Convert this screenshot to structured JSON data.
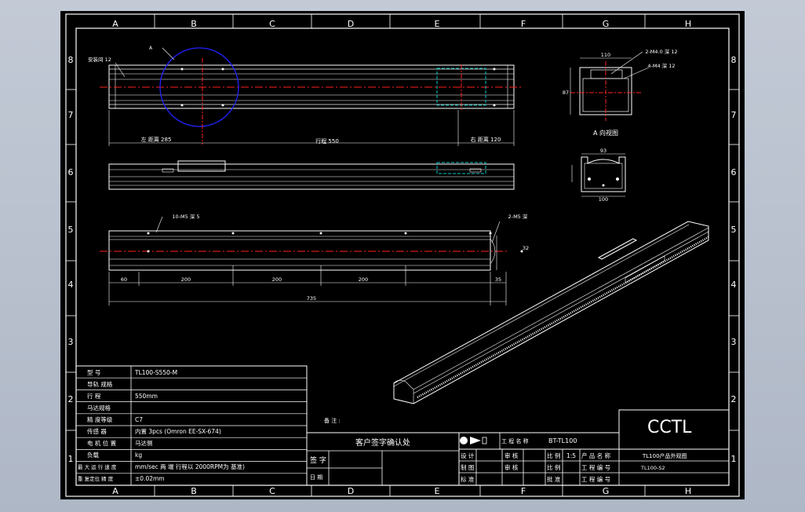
{
  "colors": {
    "desk": "#b9c1cf",
    "sheet": "#000000",
    "line": "#ffffff",
    "center": "#ff2020",
    "detail": "#2222ff",
    "hidden": "#00c8c8"
  },
  "grid": {
    "cols": [
      "A",
      "B",
      "C",
      "D",
      "E",
      "F",
      "G",
      "H"
    ],
    "rows": [
      "8",
      "7",
      "6",
      "5",
      "4",
      "3",
      "2",
      "1"
    ]
  },
  "top_view": {
    "left_label": "安装间 12",
    "detail_mark": "A",
    "dim_left": "左 距离 285",
    "dim_stroke": "行程 550",
    "dim_right": "右 距离 120"
  },
  "section": {
    "width": "110",
    "height": "87",
    "note1": "2-M4.0 深 12",
    "note2": "4-M4 深 12",
    "caption": "A 向视图"
  },
  "end_view": {
    "top": "93",
    "bottom": "100"
  },
  "front_view": {
    "hole_note": "10-M5 深 5",
    "right_note": "2-M5 深",
    "h": "32",
    "dims": [
      "60",
      "200",
      "200",
      "200",
      "35"
    ],
    "overall": "735"
  },
  "spec_table": {
    "rows": [
      {
        "label": "型 号",
        "value": "TL100-S550-M"
      },
      {
        "label": "导轨 规格",
        "value": ""
      },
      {
        "label": "行 程",
        "value": "550mm"
      },
      {
        "label": "马达规格",
        "value": ""
      },
      {
        "label": "精 度等级",
        "value": "C7"
      },
      {
        "label": "传感 器",
        "value": "内置 3pcs (Omron EE-SX-674)"
      },
      {
        "label": "电 机 位 置",
        "value": "马达侧"
      },
      {
        "label": "负载",
        "value": "kg"
      },
      {
        "label": "最 大 运 行 速 度",
        "value": "mm/sec 两 端 行程以 2000RPM为 基准)"
      },
      {
        "label": "重 复定位 精 度",
        "value": "±0.02mm"
      }
    ]
  },
  "notes_label": "备 注 :",
  "confirm": {
    "title": "客户签字确认处",
    "sign": "签 字",
    "date": "日 期"
  },
  "title_block": {
    "brand": "CCTL",
    "product_label": "工 程 名 称",
    "product_code": "BT-TL100",
    "description": "TL100产品外观图",
    "drawing_no": "TL100-S2",
    "r1": [
      "设 计",
      "审 核",
      "比 例",
      "1:5",
      "产 品 名 称"
    ],
    "r2": [
      "制 图",
      "",
      "审 核",
      "",
      "比 例",
      "",
      "工 程 编 号"
    ],
    "r3": [
      "标 准",
      "",
      "",
      "",
      "批 准",
      "",
      "工 程 编 号"
    ]
  }
}
